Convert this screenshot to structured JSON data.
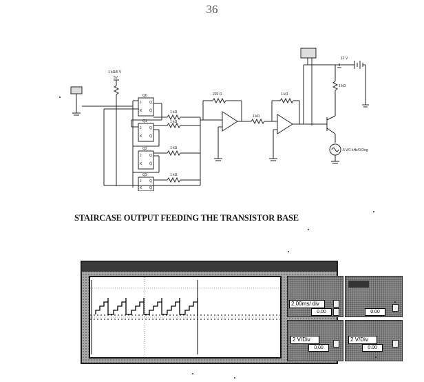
{
  "page": {
    "number": "36"
  },
  "schematic": {
    "supply_left": "1 kΩ/5 V",
    "supply_left_sub": "5V",
    "supply_right": "12 V",
    "flipflops": [
      "Q0",
      "Q1",
      "Q2",
      "Q3"
    ],
    "ff_pins_left": [
      "J",
      "K"
    ],
    "ff_pins_right": [
      "Q",
      "Q̄"
    ],
    "resistor_feedback_1": "220 Ω",
    "resistor_feedback_2": "1 kΩ",
    "resistor_ladder": [
      "1 kΩ",
      "1 kΩ",
      "1 kΩ",
      "1 kΩ"
    ],
    "resistor_series": "1 kΩ",
    "resistor_collector": "1 kΩ",
    "source_label": "5 V/1 kHz/0 Deg"
  },
  "caption": {
    "text": "STAIRCASE OUTPUT FEEDING THE TRANSISTOR BASE"
  },
  "oscilloscope": {
    "timebase": "2.00ms/ div",
    "x_pos": "0.00",
    "trigger_level": "0.00",
    "ch_a_scale": "2 V/Div",
    "ch_a_offset": "0.00",
    "ch_b_scale": "2 V/Div",
    "ch_b_offset": "0.00"
  }
}
